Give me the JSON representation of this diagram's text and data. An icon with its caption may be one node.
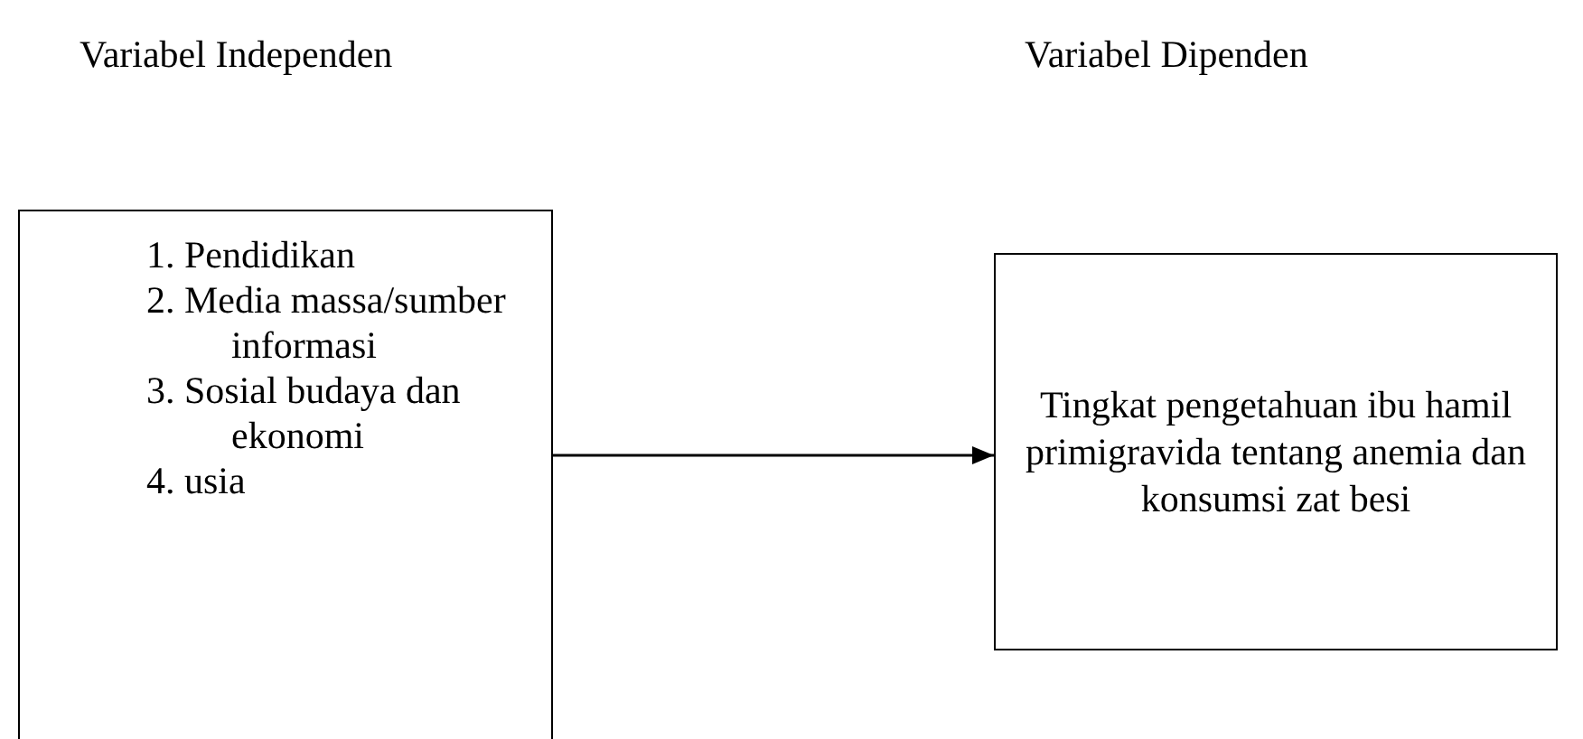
{
  "diagram": {
    "nodes": [
      {
        "text": [
          "1. Pendidikan",
          "2. Media massa/sumber informasi",
          "3. Sosial budaya dan ekonomi",
          "4. usia"
        ]
      },
      {
        "text": [
          "Tingkat pengetahuan ibu hamil primigravida tentang anemia dan konsumsi zat besi"
        ]
      }
    ],
    "edges": [
      {
        "from": 0,
        "to": 1,
        "arrow": "to"
      }
    ],
    "labels": [
      "Variabel Independen",
      "Variabel Dipenden"
    ]
  }
}
